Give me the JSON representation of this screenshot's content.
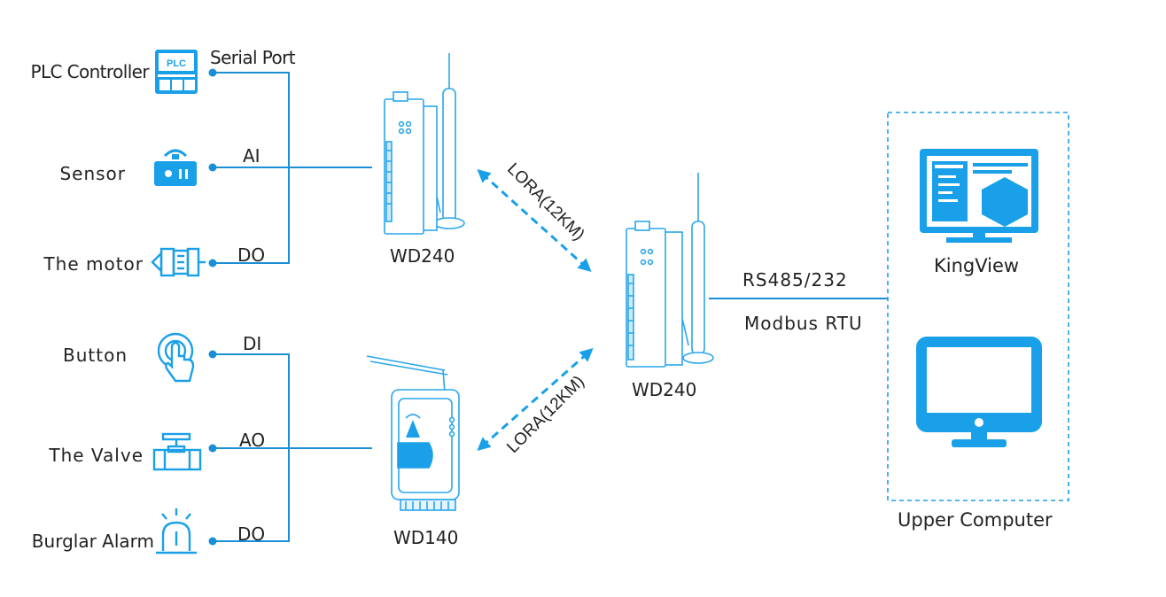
{
  "devices": [
    {
      "id": "plc",
      "label": "PLC Controller",
      "signal": "Serial Port",
      "icon": "plc-controller-icon"
    },
    {
      "id": "sensor",
      "label": "Sensor",
      "signal": "AI",
      "icon": "sensor-icon"
    },
    {
      "id": "motor",
      "label": "The motor",
      "signal": "DO",
      "icon": "motor-icon"
    },
    {
      "id": "button",
      "label": "Button",
      "signal": "DI",
      "icon": "button-touch-icon"
    },
    {
      "id": "valve",
      "label": "The Valve",
      "signal": "AO",
      "icon": "valve-icon"
    },
    {
      "id": "alarm",
      "label": "Burglar Alarm",
      "signal": "DO",
      "icon": "alarm-light-icon"
    }
  ],
  "gateways": {
    "top_left": "WD240",
    "bottom_left": "WD140",
    "center": "WD240"
  },
  "links": {
    "lora_top": "LORA(12KM)",
    "lora_bottom": "LORA(12KM)",
    "bus_protocol_top": "RS485/232",
    "bus_protocol_bottom": "Modbus RTU"
  },
  "upper_computer": {
    "title": "Upper Computer",
    "software": "KingView",
    "monitor_icon": "desktop-monitor-icon",
    "software_icon": "kingview-screen-icon"
  },
  "colors": {
    "accent": "#1aa0e8",
    "line": "#1a8fd6",
    "device_stroke": "#2aa7ea",
    "text": "#222222"
  }
}
